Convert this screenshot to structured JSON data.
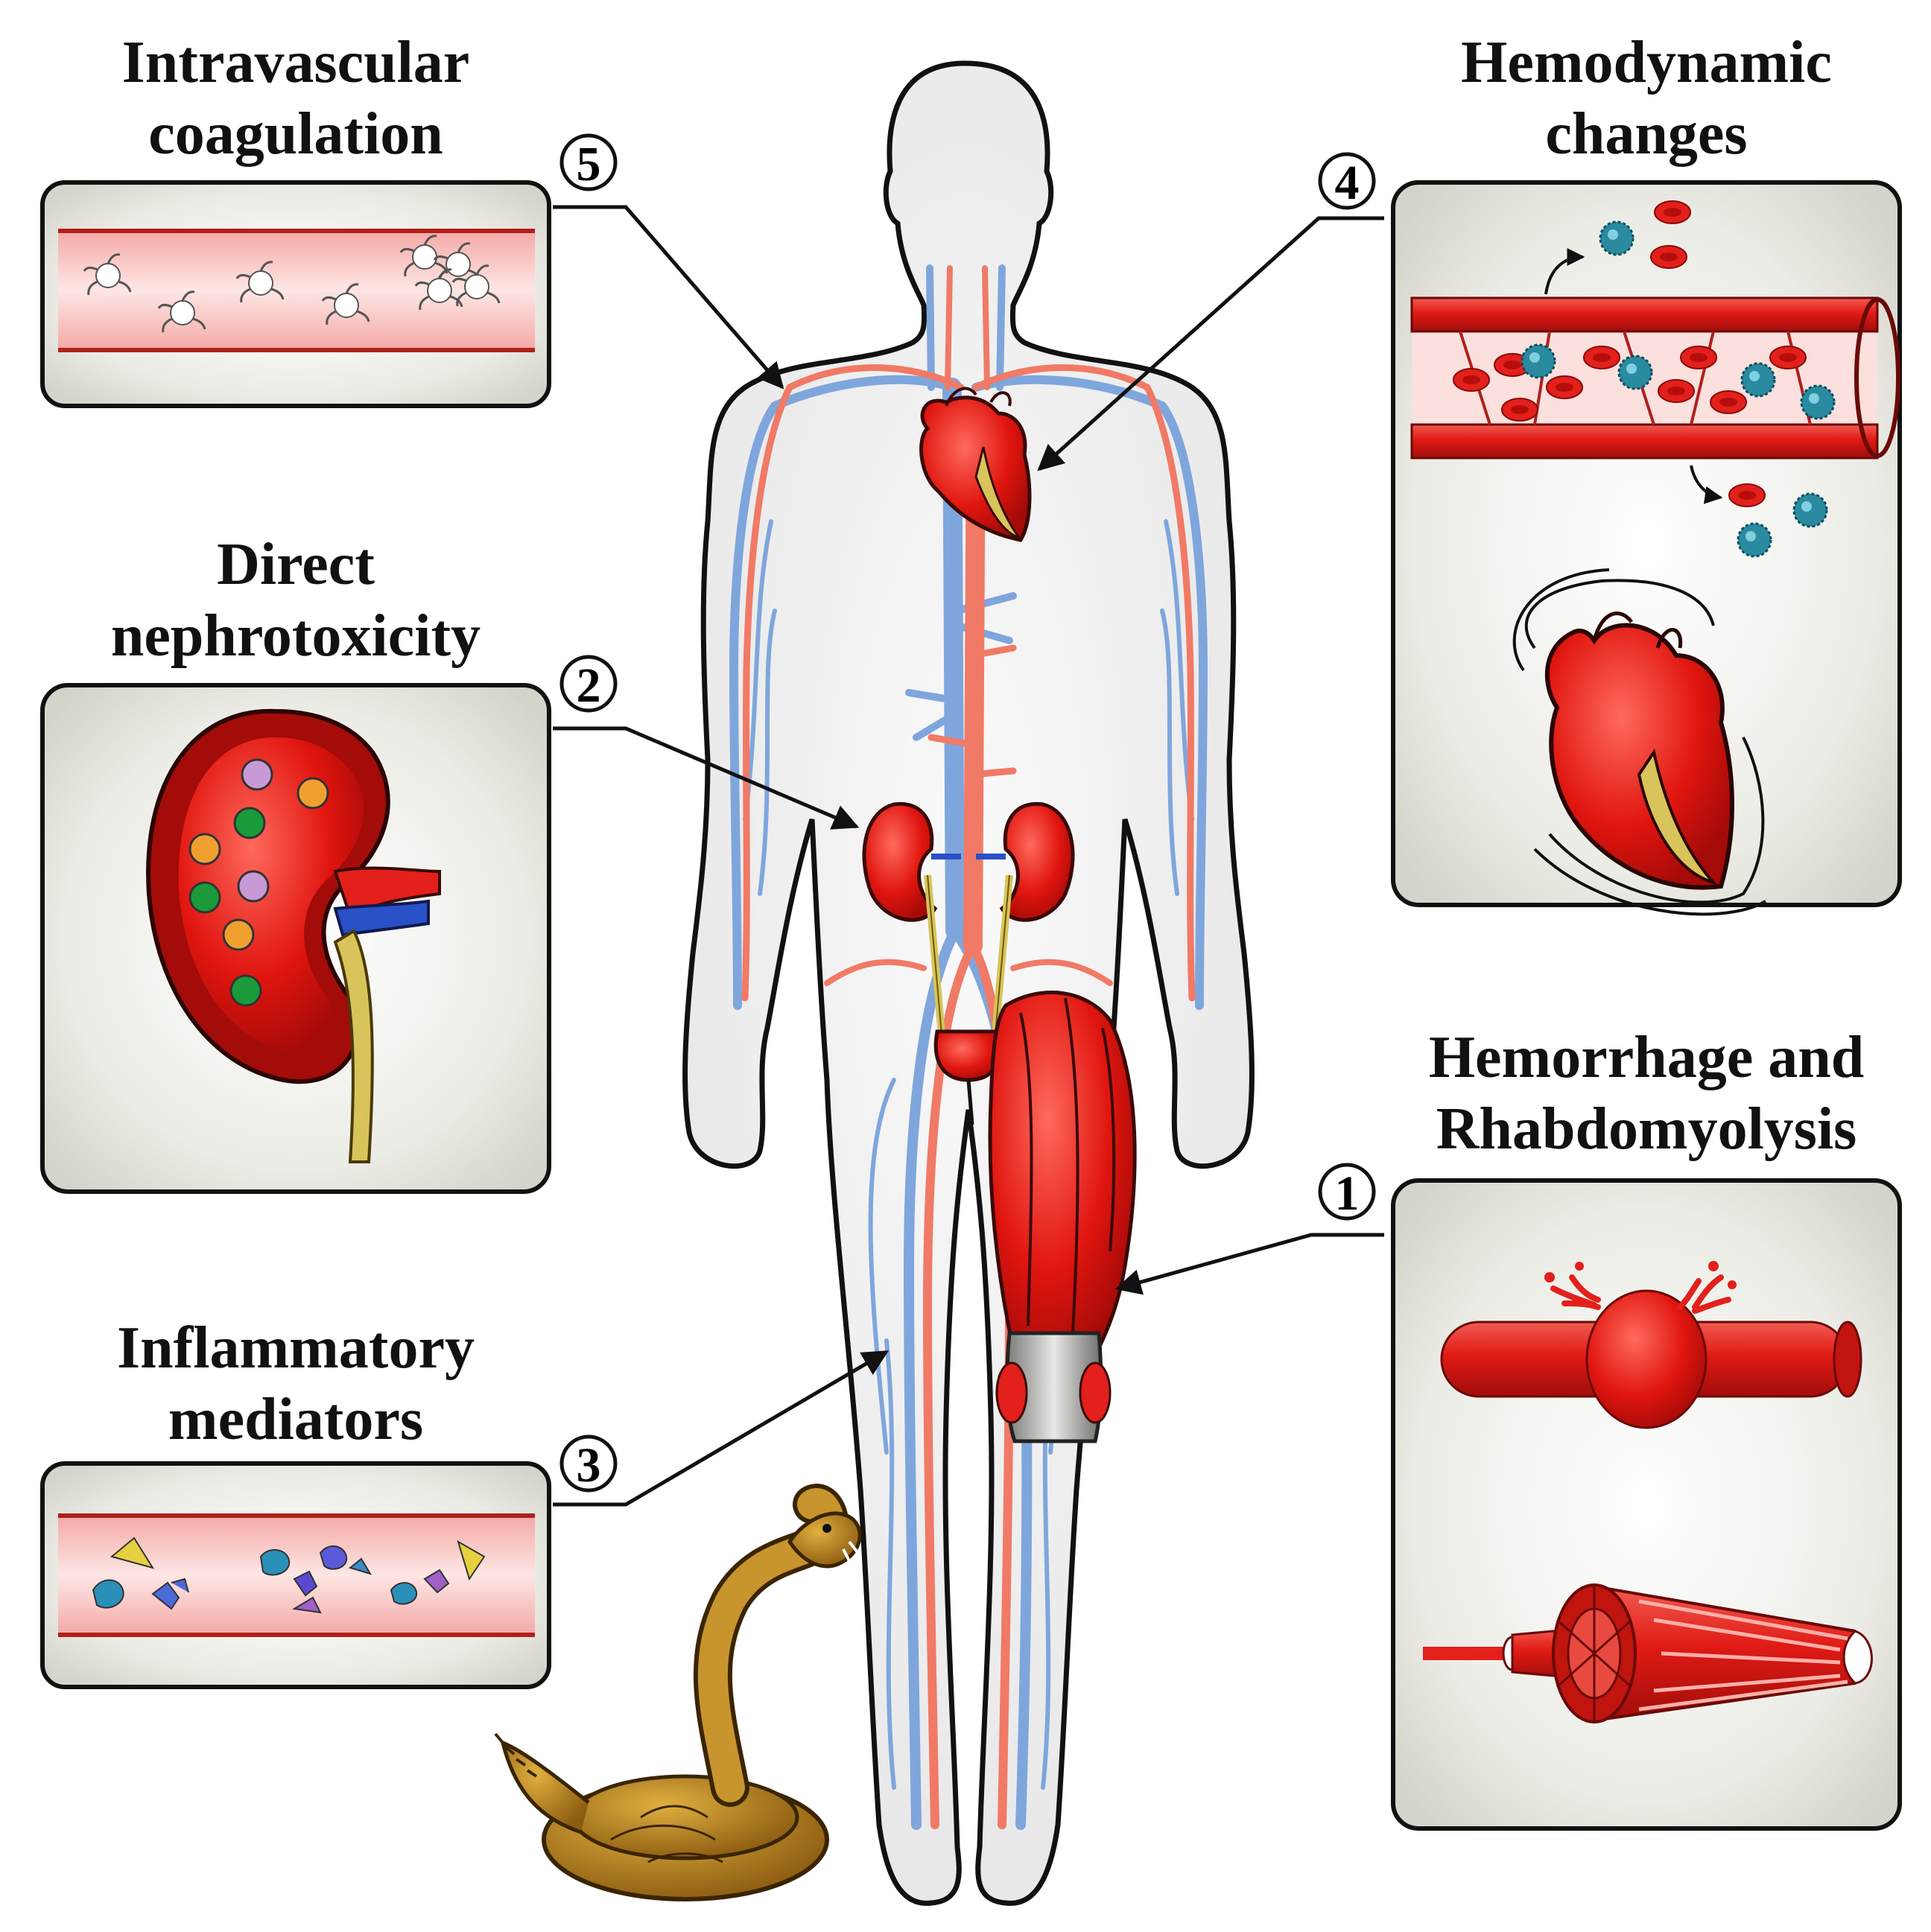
{
  "panels": {
    "coagulation": {
      "number": "5",
      "title_line1": "Intravascular",
      "title_line2": "coagulation"
    },
    "nephrotoxicity": {
      "number": "2",
      "title_line1": "Direct",
      "title_line2": "nephrotoxicity"
    },
    "inflammatory": {
      "number": "3",
      "title_line1": "Inflammatory",
      "title_line2": "mediators"
    },
    "hemodynamic": {
      "number": "4",
      "title_line1": "Hemodynamic",
      "title_line2": "changes"
    },
    "hemorrhage": {
      "number": "1",
      "title_line1": "Hemorrhage and",
      "title_line2": "Rhabdomyolysis"
    }
  },
  "colors": {
    "artery": "#f07a66",
    "vein": "#7fa6dc",
    "organ_red": "#e31b17",
    "dark_red": "#9c0a0a",
    "panel_bg": "#dcdcd4",
    "snake": "#b8862a",
    "ureter": "#d8c45a"
  }
}
